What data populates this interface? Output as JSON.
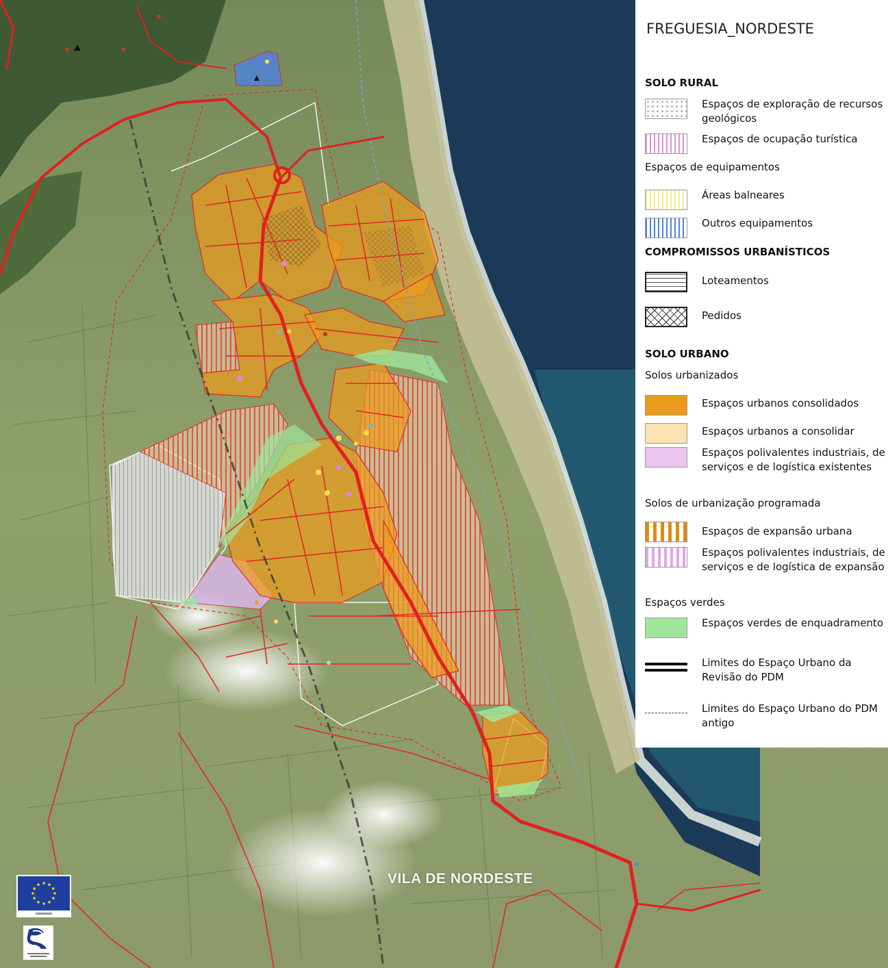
{
  "legend": {
    "title": "FREGUESIA_NORDESTE",
    "sections": {
      "solo_rural": "SOLO RURAL",
      "compromissos": "COMPROMISSOS URBANÍSTICOS",
      "solo_urbano": "SOLO URBANO"
    },
    "subsections": {
      "equipamentos": "Espaços de equipamentos",
      "urbanizados": "Solos urbanizados",
      "programada": "Solos de urbanização programada",
      "verdes": "Espaços verdes"
    },
    "items": {
      "geologicos": "Espaços de exploração de recursos geológicos",
      "turistica": "Espaços de ocupação turística",
      "balneares": "Áreas balneares",
      "outros_equip": "Outros equipamentos",
      "loteamentos": "Loteamentos",
      "pedidos": "Pedidos",
      "consolidados": "Espaços urbanos consolidados",
      "a_consolidar": "Espaços urbanos a consolidar",
      "polivalentes_exist": "Espaços polivalentes industriais, de serviços e de logística existentes",
      "expansao_urbana": "Espaços de expansão urbana",
      "polivalentes_exp": "Espaços polivalentes industriais, de serviços e de logística de expansão",
      "verdes_enquad": "Espaços verdes de enquadramento",
      "limites_revisao": "Limites do Espaço Urbano da Revisão do PDM",
      "limites_antigo": "Limites do Espaço Urbano do PDM antigo"
    }
  },
  "map": {
    "place_label": "VILA DE NORDESTE",
    "colors": {
      "consolidated": "#eb9b1c",
      "road": "#e8231f",
      "sea": "#1b3a57",
      "green_space": "#9fe69a",
      "equipment": "#4f84d8",
      "polyvalent": "#ecc5ef"
    }
  },
  "logos": {
    "eu_flag": "eu-flag-icon",
    "bottom_logo": "institution-logo-icon"
  }
}
